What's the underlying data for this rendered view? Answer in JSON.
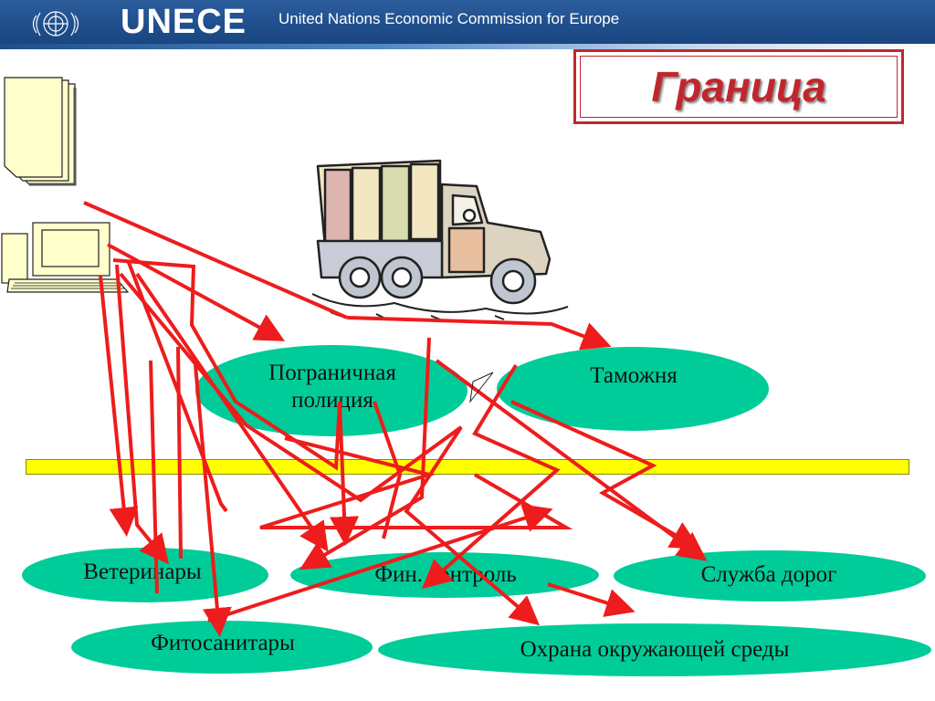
{
  "header": {
    "brand": "UNECE",
    "subtitle": "United Nations Economic Commission for Europe",
    "logo_icon": "un-emblem-icon"
  },
  "title": "Граница",
  "nodes": {
    "border_police": "Пограничная полиция",
    "customs": "Таможня",
    "veterinary": "Ветеринары",
    "fin_control": "Фин. контроль",
    "road_service": "Служба дорог",
    "phytosanitary": "Фитосанитары",
    "environment": "Охрана окружающей среды"
  },
  "icons": {
    "documents": "documents-stack-icon",
    "computer": "computer-icon",
    "truck": "truck-icon"
  },
  "colors": {
    "ellipse_fill": "#00cc99",
    "arrow": "#ee1c1c",
    "border_bar": "#ffff00",
    "title": "#c0272d",
    "header": "#1f4e8c"
  }
}
